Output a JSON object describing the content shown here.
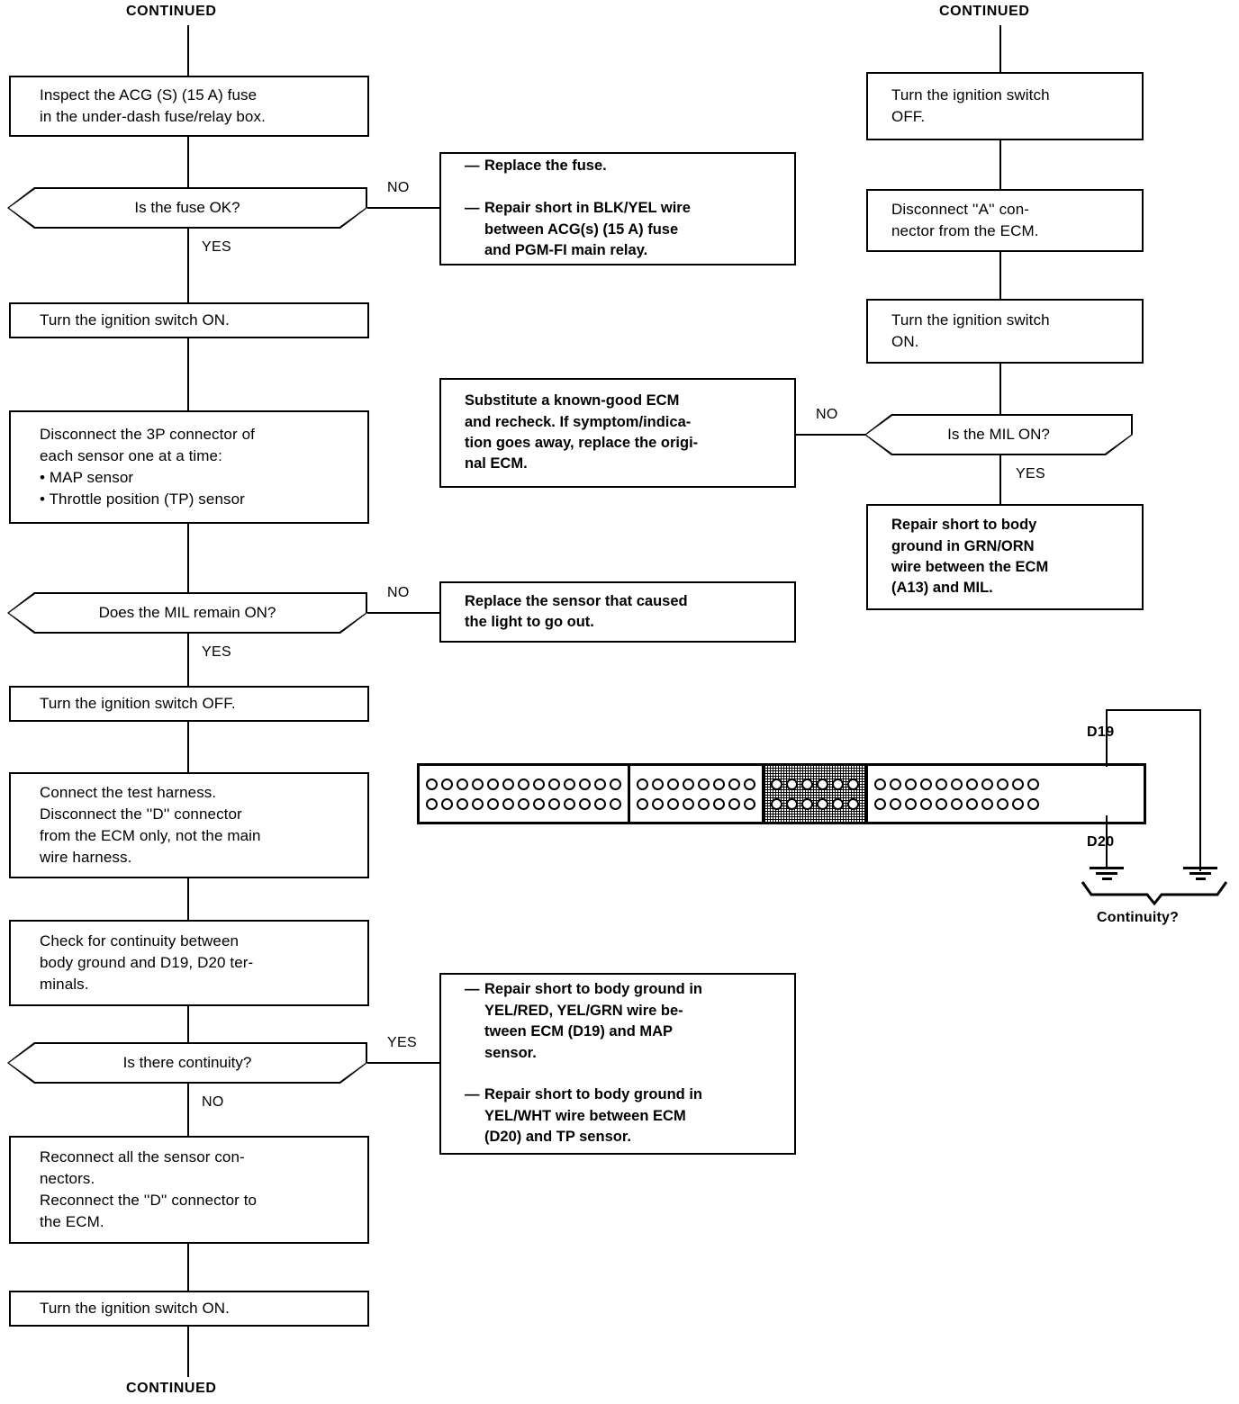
{
  "page": {
    "continued_top_left": "CONTINUED",
    "continued_top_right": "CONTINUED",
    "continued_bottom": "CONTINUED"
  },
  "branch_labels": {
    "fuse_no": "NO",
    "fuse_yes": "YES",
    "mil_remain_no": "NO",
    "mil_remain_yes": "YES",
    "continuity_yes": "YES",
    "continuity_no": "NO",
    "mil_on_no": "NO",
    "mil_on_yes": "YES"
  },
  "left_column": {
    "inspect_fuse": "Inspect the ACG (S) (15 A) fuse\nin the under-dash fuse/relay box.",
    "is_fuse_ok": "Is the fuse OK?",
    "ign_on_1": "Turn the ignition switch ON.",
    "disconnect_3p": "Disconnect the 3P connector of\neach sensor one at a time:\n• MAP sensor\n• Throttle position (TP) sensor",
    "does_mil_remain_on": "Does the MIL remain ON?",
    "ign_off": "Turn the ignition switch OFF.",
    "connect_test_harness": "Connect the test harness.\nDisconnect the ''D'' connector\nfrom the ECM only, not the main\nwire harness.",
    "check_continuity": "Check for continuity between\nbody ground and D19, D20 ter-\nminals.",
    "is_there_continuity": "Is there continuity?",
    "reconnect": "Reconnect all the sensor con-\nnectors.\nReconnect the ''D'' connector to\nthe ECM.",
    "ign_on_2": "Turn the ignition switch ON."
  },
  "middle_column": {
    "replace_fuse": [
      "Replace the fuse.",
      "Repair short in BLK/YEL wire\nbetween ACG(s) (15 A) fuse\nand PGM-FI main relay."
    ],
    "substitute_ecm": "Substitute a known-good ECM\nand recheck. If symptom/indica-\ntion goes away, replace the origi-\nnal ECM.",
    "replace_sensor": "Replace the sensor that caused\nthe light to go out.",
    "repair_short_ground": [
      "Repair short to body ground in\nYEL/RED, YEL/GRN wire be-\ntween ECM (D19) and MAP\nsensor.",
      "Repair short to body ground in\nYEL/WHT wire between ECM\n(D20) and TP sensor."
    ]
  },
  "right_column": {
    "ign_off": "Turn the ignition switch\nOFF.",
    "disconnect_a": "Disconnect ''A'' con-\nnector from the ECM.",
    "ign_on": "Turn the ignition switch\nON.",
    "is_mil_on": "Is the MIL ON?",
    "repair_short_grn_orn": "Repair short to body\nground in GRN/ORN\nwire between the ECM\n(A13) and MIL."
  },
  "connector_diagram": {
    "blocks": [
      {
        "pins_per_row": 13,
        "rows": 2,
        "shaded": false
      },
      {
        "pins_per_row": 8,
        "rows": 2,
        "shaded": false
      },
      {
        "pins_per_row": 6,
        "rows": 2,
        "shaded": true
      },
      {
        "pins_per_row": 11,
        "rows": 2,
        "shaded": false
      }
    ],
    "terminal_top": "D19",
    "terminal_bottom": "D20",
    "measurement": "Continuity?"
  },
  "colors": {
    "ink": "#000000",
    "paper": "#ffffff"
  }
}
